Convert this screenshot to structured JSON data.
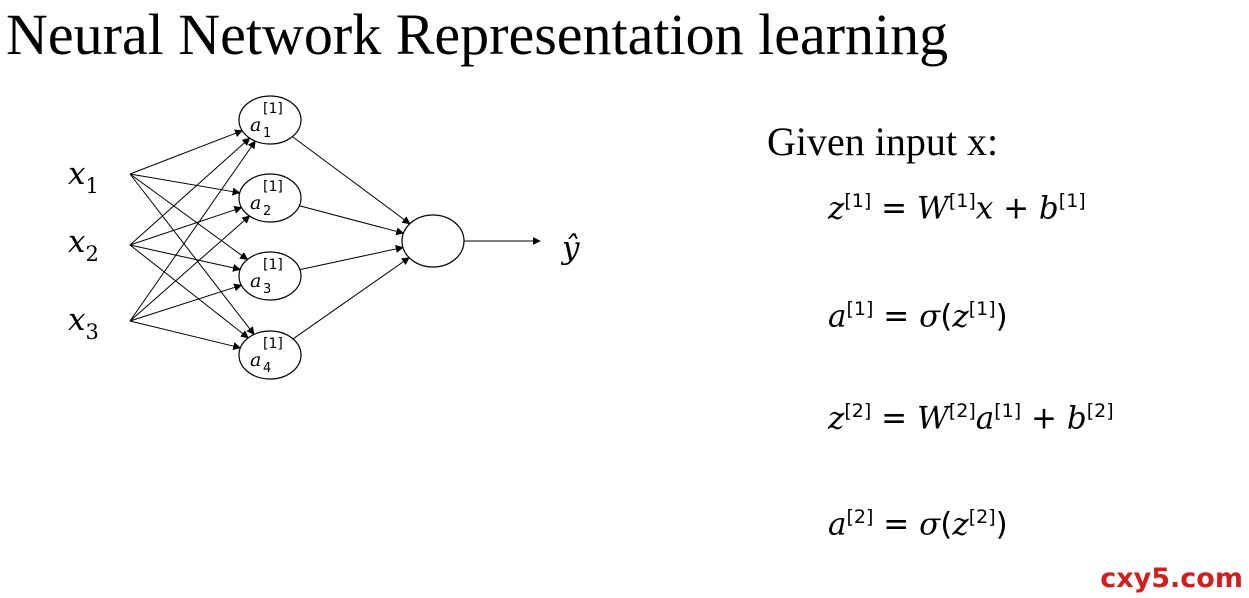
{
  "title": "Neural Network Representation learning",
  "diagram": {
    "inputs": [
      {
        "base": "x",
        "sub": "1"
      },
      {
        "base": "x",
        "sub": "2"
      },
      {
        "base": "x",
        "sub": "3"
      }
    ],
    "hidden": [
      {
        "base": "a",
        "sub": "1",
        "sup": "[1]"
      },
      {
        "base": "a",
        "sub": "2",
        "sup": "[1]"
      },
      {
        "base": "a",
        "sub": "3",
        "sup": "[1]"
      },
      {
        "base": "a",
        "sub": "4",
        "sup": "[1]"
      }
    ],
    "output": "ŷ"
  },
  "equations": {
    "header": "Given input x:",
    "eq1": {
      "lhs": "z",
      "lhs_sup": "[1]",
      "w": "W",
      "w_sup": "[1]",
      "var": "x",
      "b": "b",
      "b_sup": "[1]"
    },
    "eq2": {
      "lhs": "a",
      "lhs_sup": "[1]",
      "fn": "σ",
      "arg": "z",
      "arg_sup": "[1]"
    },
    "eq3": {
      "lhs": "z",
      "lhs_sup": "[2]",
      "w": "W",
      "w_sup": "[2]",
      "var": "a",
      "var_sup": "[1]",
      "b": "b",
      "b_sup": "[2]"
    },
    "eq4": {
      "lhs": "a",
      "lhs_sup": "[2]",
      "fn": "σ",
      "arg": "z",
      "arg_sup": "[2]"
    }
  },
  "watermark": "cxy5.com"
}
